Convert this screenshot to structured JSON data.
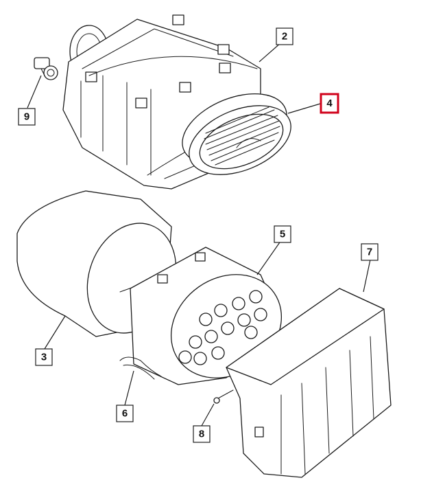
{
  "diagram": {
    "highlight_color": "#d0021b",
    "callouts": [
      {
        "id": "2",
        "label": "2",
        "highlighted": false
      },
      {
        "id": "4",
        "label": "4",
        "highlighted": true
      },
      {
        "id": "9",
        "label": "9",
        "highlighted": false
      },
      {
        "id": "5",
        "label": "5",
        "highlighted": false
      },
      {
        "id": "7",
        "label": "7",
        "highlighted": false
      },
      {
        "id": "3",
        "label": "3",
        "highlighted": false
      },
      {
        "id": "6",
        "label": "6",
        "highlighted": false
      },
      {
        "id": "8",
        "label": "8",
        "highlighted": false
      }
    ]
  }
}
